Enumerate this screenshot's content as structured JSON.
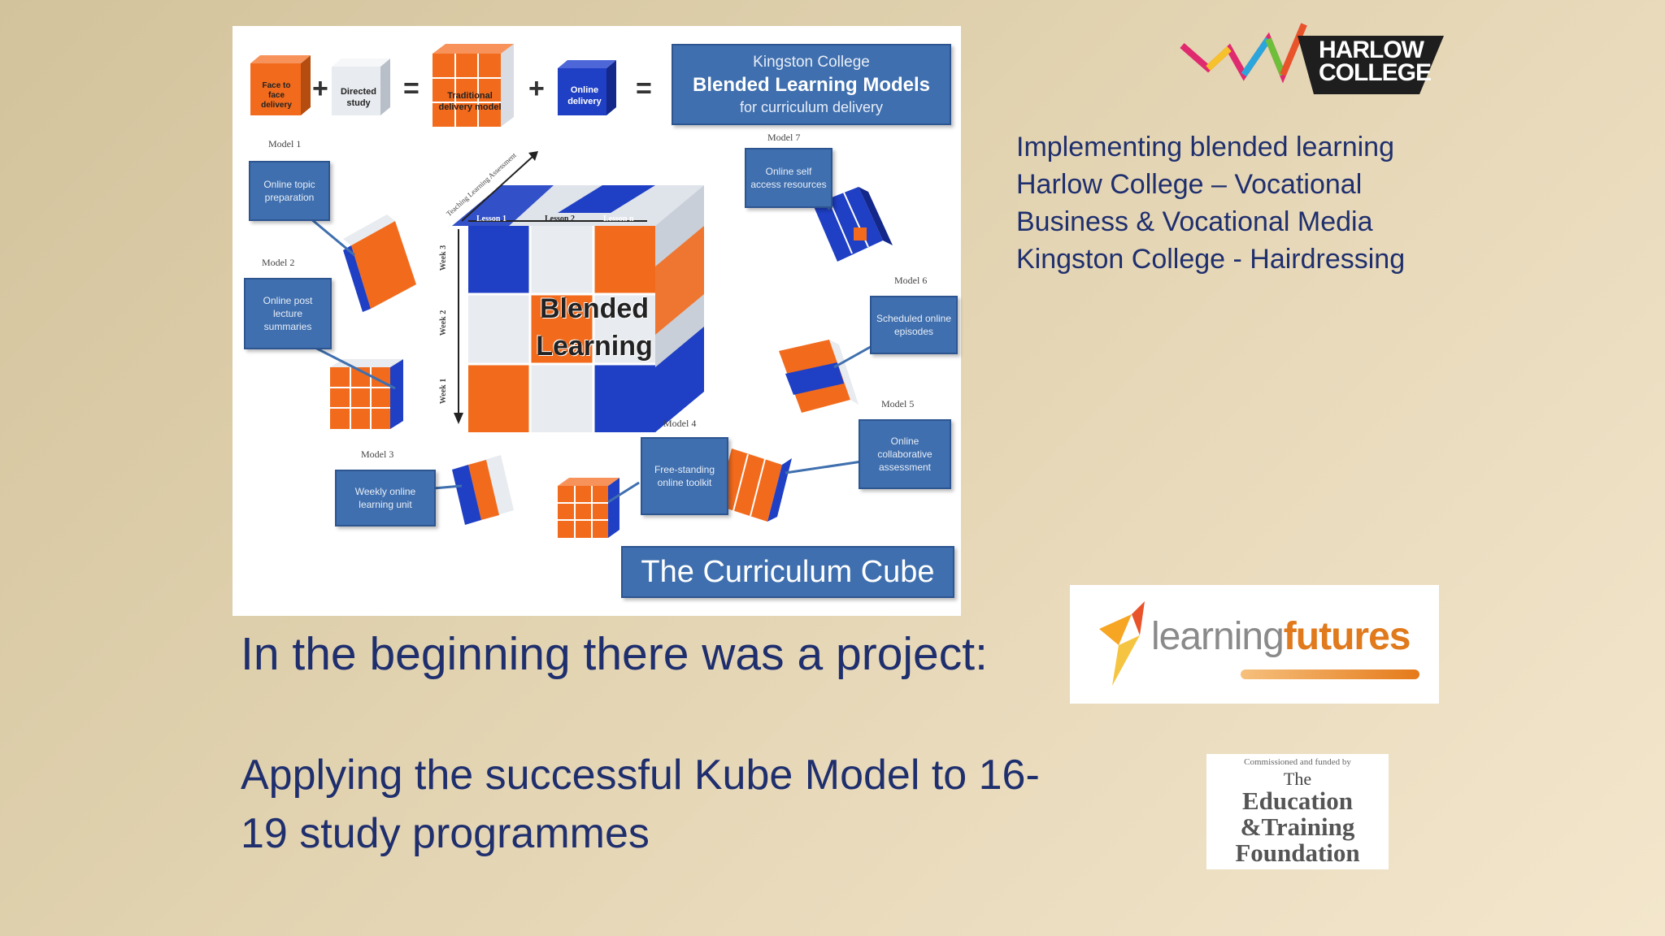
{
  "diagram": {
    "equation": {
      "face_to_face": "Face to face delivery",
      "directed_study": "Directed study",
      "traditional": "Traditional delivery model",
      "online": "Online delivery"
    },
    "title_box": {
      "line1": "Kingston College",
      "line2": "Blended Learning Models",
      "line3": "for curriculum delivery"
    },
    "center_label_1": "Blended",
    "center_label_2": "Learning",
    "axis_top": "Teaching Learning Assessment",
    "lessons": [
      "Lesson 1",
      "Lesson 2",
      "Lesson n"
    ],
    "weeks": [
      "Week 3",
      "Week 2",
      "Week 1"
    ],
    "models": [
      {
        "label": "Model 1",
        "text": "Online topic preparation"
      },
      {
        "label": "Model 2",
        "text": "Online post lecture summaries"
      },
      {
        "label": "Model 3",
        "text": "Weekly online learning unit"
      },
      {
        "label": "Model 4",
        "text": "Free-standing online toolkit"
      },
      {
        "label": "Model 5",
        "text": "Online collaborative assessment"
      },
      {
        "label": "Model 6",
        "text": "Scheduled online episodes"
      },
      {
        "label": "Model 7",
        "text": "Online self access resources"
      }
    ],
    "curriculum_cube": "The Curriculum Cube"
  },
  "implementing": [
    "Implementing blended learning",
    "Harlow College – Vocational",
    "Business & Vocational Media",
    "Kingston College - Hairdressing"
  ],
  "headline": "In the beginning there was a project:",
  "subline_1": "Applying the successful Kube Model to 16-",
  "subline_2": "19 study programmes",
  "logos": {
    "harlow_1": "HARLOW",
    "harlow_2": "COLLEGE",
    "lf_a": "learning",
    "lf_b": "futures",
    "etf_small": "Commissioned and funded by",
    "etf_the": "The",
    "etf_1": "Education",
    "etf_2": "&Training",
    "etf_3": "Foundation"
  },
  "colors": {
    "orange": "#f26b1d",
    "blue": "#1f3fc4",
    "navy_text": "#1f2f6e",
    "box_blue": "#3f6fae"
  }
}
